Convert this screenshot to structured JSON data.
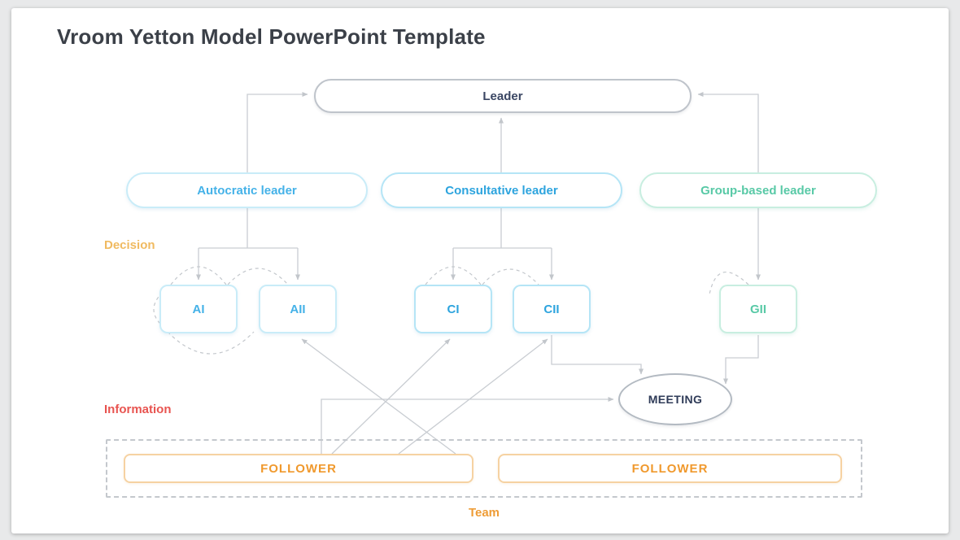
{
  "slide": {
    "title": "Vroom Yetton Model PowerPoint Template"
  },
  "labels": {
    "decision": "Decision",
    "information": "Information",
    "team": "Team"
  },
  "nodes": {
    "leader": "Leader",
    "autocratic": "Autocratic leader",
    "consultative": "Consultative leader",
    "group_based": "Group-based leader",
    "ai": "AI",
    "aii": "AII",
    "ci": "CI",
    "cii": "CII",
    "gii": "GII",
    "meeting": "MEETING",
    "follower_left": "FOLLOWER",
    "follower_right": "FOLLOWER"
  },
  "colors": {
    "title_text": "#3b4048",
    "leader_border": "#bfc4cb",
    "leader_text": "#3a4663",
    "autocratic_border": "#c9ecf8",
    "autocratic_text": "#45b2e8",
    "consultative_border": "#b5e5f6",
    "consultative_text": "#2da4de",
    "group_border": "#c8eee0",
    "group_text": "#58c9a6",
    "decision_label": "#f0ba60",
    "information_label": "#e85450",
    "team_label": "#ee9c36",
    "follower_border": "#f6d2a2",
    "follower_text": "#f0992d",
    "meeting_border": "#b3bac2",
    "meeting_text": "#2f3b58",
    "connector": "#c9cdd2",
    "slide_background": "#ffffff",
    "page_background": "#e8e9ea"
  }
}
